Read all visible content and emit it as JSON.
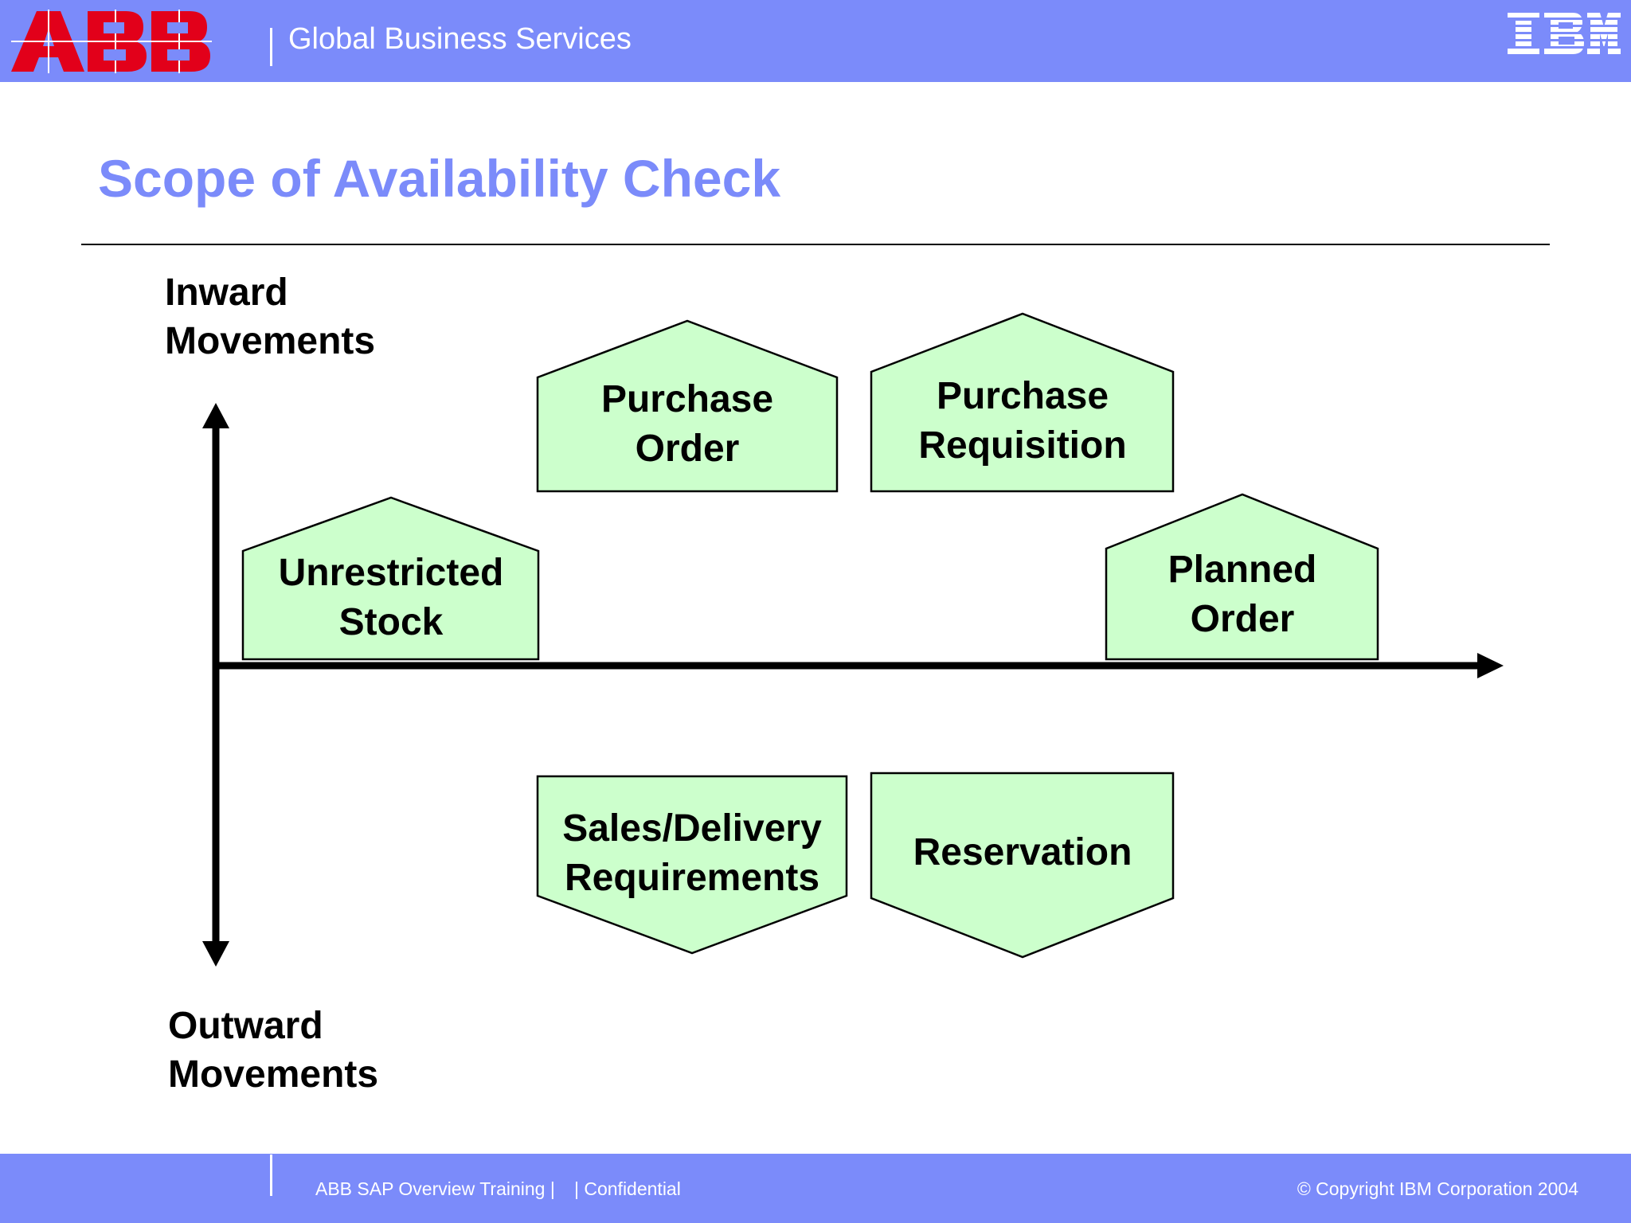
{
  "header": {
    "logo_left": "ABB",
    "logo_left_icon": "abb-logo-icon",
    "service": "Global Business Services",
    "logo_right": "IBM",
    "logo_right_icon": "ibm-logo-icon"
  },
  "title": "Scope of Availability Check",
  "axis": {
    "inward": [
      "Inward",
      "Movements"
    ],
    "outward": [
      "Outward",
      "Movements"
    ]
  },
  "boxes": {
    "unrestricted_stock": [
      "Unrestricted",
      "Stock"
    ],
    "purchase_order": [
      "Purchase",
      "Order"
    ],
    "purchase_requisition": [
      "Purchase",
      "Requisition"
    ],
    "planned_order": [
      "Planned",
      "Order"
    ],
    "sales_delivery": [
      "Sales/Delivery",
      "Requirements"
    ],
    "reservation": [
      "Reservation"
    ]
  },
  "footer": {
    "training": "ABB SAP Overview Training  |",
    "confidential": "| Confidential",
    "copyright": "© Copyright IBM Corporation 2004"
  },
  "colors": {
    "brand_bar": "#7b8bfa",
    "title": "#7b8bfa",
    "abb_red": "#e2001a",
    "box_fill": "#ccffcc",
    "box_stroke": "#000000"
  }
}
